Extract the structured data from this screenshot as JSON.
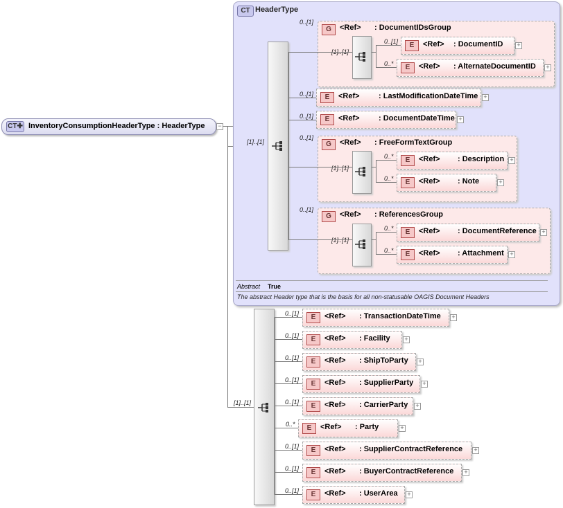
{
  "root": {
    "badge": "CT",
    "name": "InventoryConsumptionHeaderType",
    "type": ": HeaderType",
    "collapse": "−"
  },
  "header_type": {
    "badge": "CT",
    "title": "HeaderType",
    "abstract_label": "Abstract",
    "abstract_value": "True",
    "description": "The abstract Header type that is the basis for all non-statusable OAGIS Document Headers"
  },
  "inner_sequence": {
    "card": "[1]..[1]"
  },
  "inner_items": [
    {
      "kind": "group",
      "card": "0..[1]",
      "badge": "G",
      "ref": "<Ref>",
      "name": ": DocumentIDsGroup",
      "seq_card": "[1]..[1]",
      "children": [
        {
          "card": "0..[1]",
          "badge": "E",
          "ref": "<Ref>",
          "name": ": DocumentID",
          "plus": "+"
        },
        {
          "card": "0..*",
          "badge": "E",
          "ref": "<Ref>",
          "name": ": AlternateDocumentID",
          "plus": "+"
        }
      ]
    },
    {
      "kind": "element",
      "card": "0..[1]",
      "badge": "E",
      "ref": "<Ref>",
      "name": ": LastModificationDateTime",
      "plus": "+"
    },
    {
      "kind": "element",
      "card": "0..[1]",
      "badge": "E",
      "ref": "<Ref>",
      "name": ": DocumentDateTime",
      "plus": "+"
    },
    {
      "kind": "group",
      "card": "0..[1]",
      "badge": "G",
      "ref": "<Ref>",
      "name": ": FreeFormTextGroup",
      "seq_card": "[1]..[1]",
      "children": [
        {
          "card": "0..*",
          "badge": "E",
          "ref": "<Ref>",
          "name": ": Description",
          "plus": "+"
        },
        {
          "card": "0..*",
          "badge": "E",
          "ref": "<Ref>",
          "name": ": Note",
          "plus": "+"
        }
      ]
    },
    {
      "kind": "group",
      "card": "0..[1]",
      "badge": "G",
      "ref": "<Ref>",
      "name": ": ReferencesGroup",
      "seq_card": "[1]..[1]",
      "children": [
        {
          "card": "0..*",
          "badge": "E",
          "ref": "<Ref>",
          "name": ": DocumentReference",
          "plus": "+"
        },
        {
          "card": "0..*",
          "badge": "E",
          "ref": "<Ref>",
          "name": ": Attachment",
          "plus": "+"
        }
      ]
    }
  ],
  "outer_sequence": {
    "card": "[1]..[1]"
  },
  "outer_items": [
    {
      "card": "0..[1]",
      "badge": "E",
      "ref": "<Ref>",
      "name": ": TransactionDateTime",
      "plus": "+"
    },
    {
      "card": "0..[1]",
      "badge": "E",
      "ref": "<Ref>",
      "name": ": Facility",
      "plus": "+"
    },
    {
      "card": "0..[1]",
      "badge": "E",
      "ref": "<Ref>",
      "name": ": ShipToParty",
      "plus": "+"
    },
    {
      "card": "0..[1]",
      "badge": "E",
      "ref": "<Ref>",
      "name": ": SupplierParty",
      "plus": "+"
    },
    {
      "card": "0..[1]",
      "badge": "E",
      "ref": "<Ref>",
      "name": ": CarrierParty",
      "plus": "+"
    },
    {
      "card": "0..*",
      "badge": "E",
      "ref": "<Ref>",
      "name": ": Party",
      "plus": "+"
    },
    {
      "card": "0..[1]",
      "badge": "E",
      "ref": "<Ref>",
      "name": ": SupplierContractReference",
      "plus": "+"
    },
    {
      "card": "0..[1]",
      "badge": "E",
      "ref": "<Ref>",
      "name": ": BuyerContractReference",
      "plus": "+"
    },
    {
      "card": "0..[1]",
      "badge": "E",
      "ref": "<Ref>",
      "name": ": UserArea",
      "plus": "+"
    }
  ]
}
